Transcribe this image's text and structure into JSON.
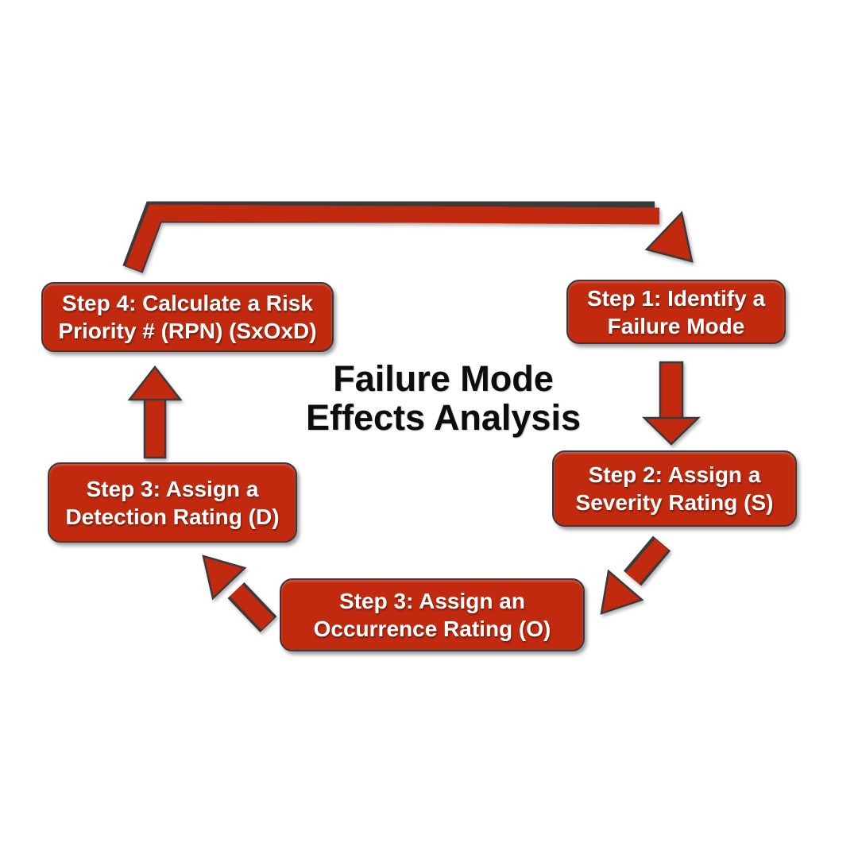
{
  "title": {
    "line1": "Failure Mode",
    "line2": "Effects Analysis"
  },
  "steps": {
    "step1": {
      "line1": "Step 1: Identify a",
      "line2": "Failure Mode"
    },
    "step2": {
      "line1": "Step 2: Assign a",
      "line2": "Severity Rating (S)"
    },
    "step3_occurrence": {
      "line1": "Step 3: Assign an",
      "line2": "Occurrence Rating (O)"
    },
    "step3_detection": {
      "line1": "Step 3: Assign a",
      "line2": "Detection Rating (D)"
    },
    "step4": {
      "line1": "Step 4: Calculate a Risk",
      "line2": "Priority # (RPN) (SxOxD)"
    }
  },
  "arrows": [
    {
      "name": "arrow-step4-to-step1",
      "shape": "elbow-right-then-down"
    },
    {
      "name": "arrow-step1-to-step2",
      "shape": "straight-down"
    },
    {
      "name": "arrow-step2-to-step3-occurrence",
      "shape": "diagonal-down-left"
    },
    {
      "name": "arrow-step3-occurrence-to-step3-detection",
      "shape": "diagonal-up-left"
    },
    {
      "name": "arrow-step3-detection-to-step4",
      "shape": "straight-up"
    }
  ],
  "colors": {
    "box_fill": "#c22a10",
    "box_border": "#3a3a3a",
    "box_text": "#ffffff",
    "title_text": "#0d0d0d",
    "arrow_fill": "#c22a10",
    "arrow_outline": "#3a3a3a",
    "bg": "#ffffff"
  }
}
